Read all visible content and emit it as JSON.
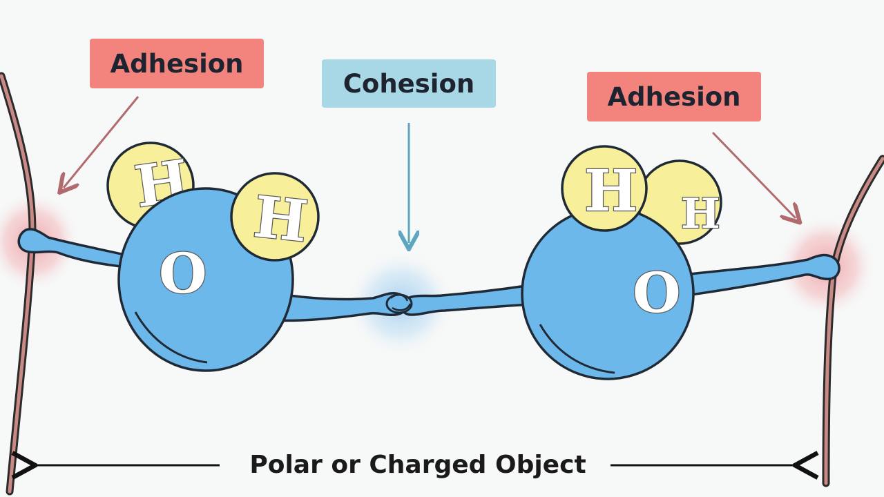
{
  "labels": {
    "adhesion_left": "Adhesion",
    "cohesion": "Cohesion",
    "adhesion_right": "Adhesion"
  },
  "caption": "Polar or Charged Object",
  "atoms": {
    "hydrogen": "H",
    "oxygen": "O"
  },
  "colors": {
    "adhesion_label": "#f2837d",
    "cohesion_label": "#a8d7e6",
    "oxygen": "#6cb8ea",
    "hydrogen": "#f7ef9a",
    "wall": "#c98a86",
    "glow_adhesion": "#f1b2b4",
    "glow_cohesion": "#bcdcf2"
  }
}
